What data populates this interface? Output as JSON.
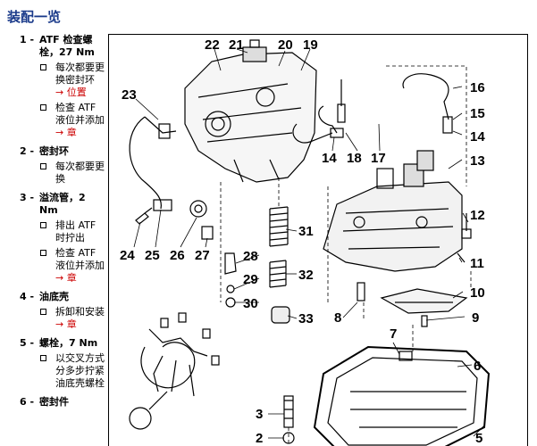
{
  "page": {
    "title": "装配一览"
  },
  "legend": [
    {
      "num": "1 -",
      "head": "ATF 检查螺栓，27 Nm",
      "subs": [
        {
          "text": "每次都要更换密封环",
          "ref": "→ 位置"
        },
        {
          "text": "检查 ATF 液位并添加",
          "ref": "→ 章"
        }
      ]
    },
    {
      "num": "2 -",
      "head": "密封环",
      "subs": [
        {
          "text": "每次都要更换",
          "ref": ""
        }
      ]
    },
    {
      "num": "3 -",
      "head": "溢流管，2 Nm",
      "subs": [
        {
          "text": "排出 ATF 时拧出",
          "ref": ""
        },
        {
          "text": "检查 ATF 液位并添加",
          "ref": "→ 章"
        }
      ]
    },
    {
      "num": "4 -",
      "head": "油底壳",
      "subs": [
        {
          "text": "拆卸和安装",
          "ref": "→ 章"
        }
      ]
    },
    {
      "num": "5 -",
      "head": "螺栓，7 Nm",
      "subs": [
        {
          "text": "以交叉方式分多步拧紧油底壳螺栓",
          "ref": ""
        }
      ]
    },
    {
      "num": "6 -",
      "head": "密封件",
      "subs": []
    }
  ],
  "callouts": [
    "22",
    "21",
    "20",
    "19",
    "23",
    "16",
    "15",
    "14",
    "14",
    "18",
    "17",
    "13",
    "12",
    "11",
    "10",
    "9",
    "8",
    "7",
    "6",
    "31",
    "32",
    "33",
    "28",
    "29",
    "30",
    "24",
    "25",
    "26",
    "27",
    "3",
    "2",
    "5"
  ]
}
